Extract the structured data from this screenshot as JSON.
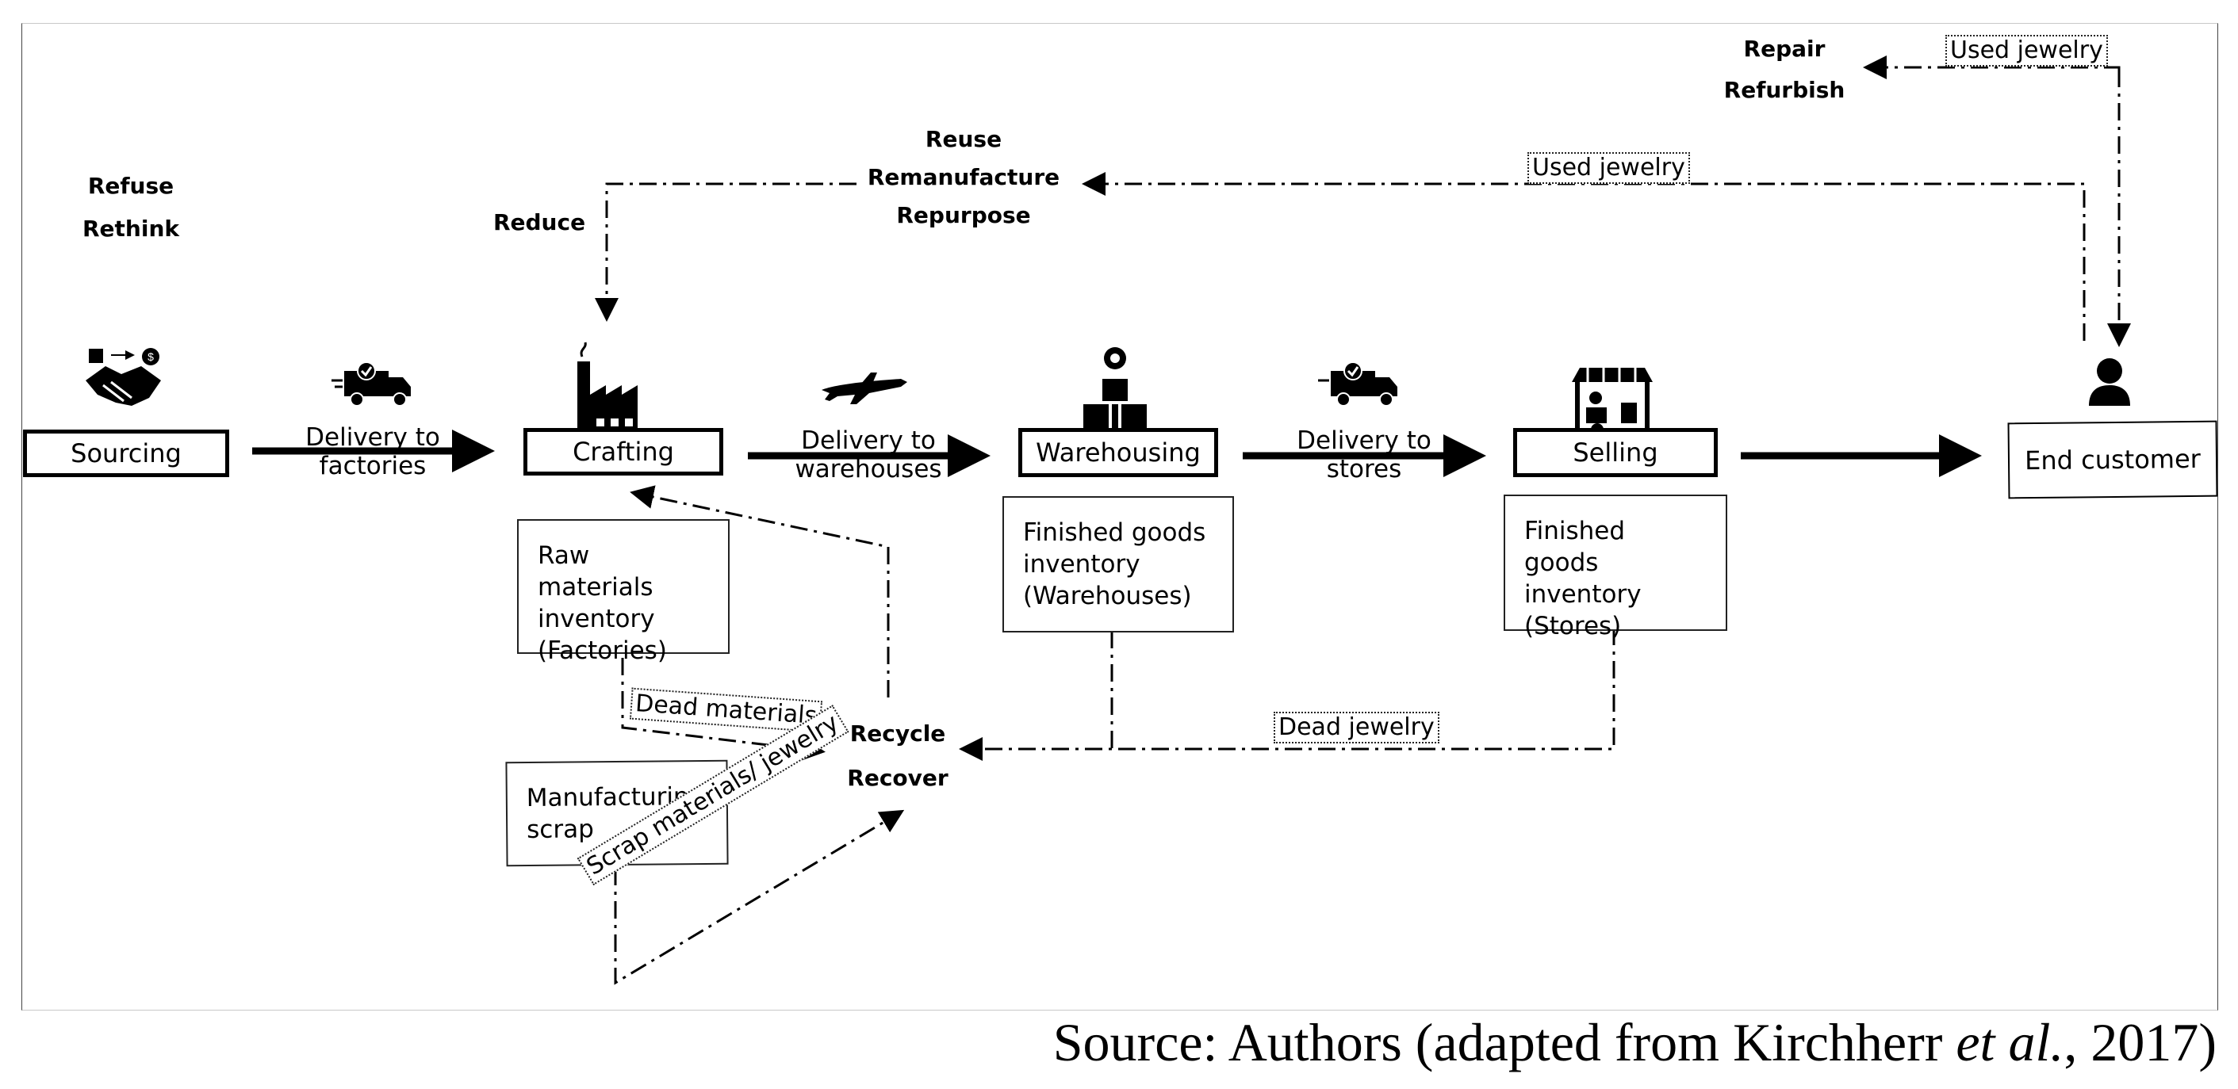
{
  "stages": {
    "sourcing": "Sourcing",
    "crafting": "Crafting",
    "warehousing": "Warehousing",
    "selling": "Selling",
    "end_customer": "End customer"
  },
  "deliveries": {
    "to_factories": "Delivery to\nfactories",
    "to_warehouses": "Delivery to\nwarehouses",
    "to_stores": "Delivery to\nstores"
  },
  "inventories": {
    "raw": "Raw materials\ninventory\n(Factories)",
    "finished_warehouses": "Finished goods\ninventory\n(Warehouses)",
    "finished_stores": "Finished goods\ninventory\n(Stores)",
    "scrap": "Manufacturing\nscrap"
  },
  "r_strategies": {
    "refuse_rethink": "Refuse\nRethink",
    "reduce": "Reduce",
    "reuse_group": "Reuse\nRemanufacture\nRepurpose",
    "repair_group": "Repair\nRefurbish",
    "recycle_group": "Recycle\nRecover"
  },
  "flow_labels": {
    "used_jewelry_top": "Used jewelry",
    "used_jewelry_mid": "Used jewelry",
    "dead_materials": "Dead materials",
    "dead_jewelry": "Dead jewelry",
    "scrap_materials": "Scrap materials/ jewelry"
  },
  "source": {
    "prefix": "Source: Authors (adapted from Kirchherr ",
    "italic": "et al.",
    "suffix": ", 2017)"
  },
  "icons": [
    "handshake-trade-icon",
    "delivery-truck-icon",
    "factory-icon",
    "airplane-icon",
    "warehouse-boxes-icon",
    "delivery-truck-icon",
    "market-stall-icon",
    "person-icon"
  ]
}
